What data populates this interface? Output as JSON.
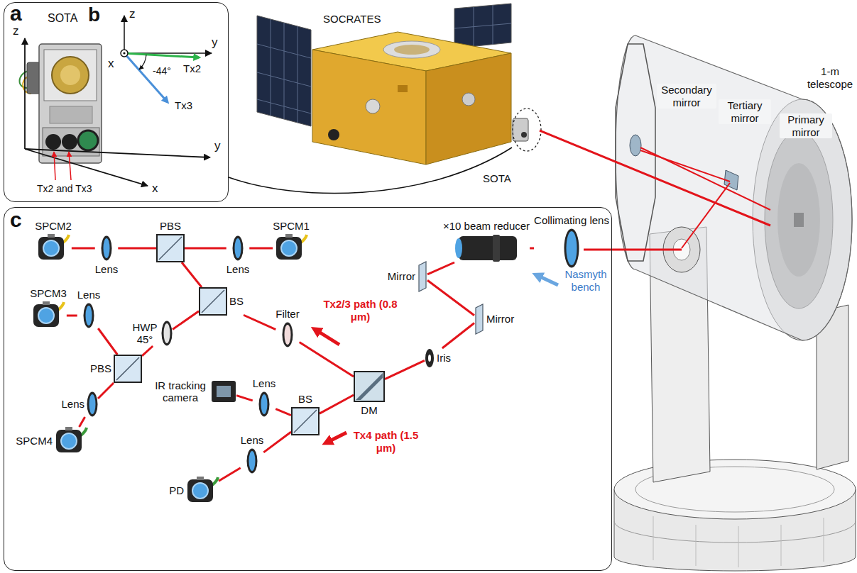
{
  "diagram": {
    "nodes": [
      {
        "text": [
          "a",
          "SOTA"
        ]
      },
      {
        "text": [
          "c"
        ]
      },
      {
        "text": [
          "SPCM2"
        ],
        "in": 1
      },
      {
        "text": [
          "PBS"
        ],
        "in": 1
      },
      {
        "text": [
          "SPCM1"
        ],
        "in": 1
      },
      {
        "text": [
          "Lens"
        ],
        "in": 1
      },
      {
        "text": [
          "Lens"
        ],
        "in": 1
      },
      {
        "text": [
          "BS"
        ],
        "in": 1
      },
      {
        "text": [
          "Collimating lens"
        ],
        "in": 1
      },
      {
        "text": [
          "×10 beam reducer"
        ],
        "in": 1
      },
      {
        "text": [
          "Mirror"
        ],
        "in": 1
      },
      {
        "text": [
          "SPCM3"
        ],
        "in": 1
      },
      {
        "text": [
          "Lens"
        ],
        "in": 1
      },
      {
        "text": [
          "HWP 45°"
        ],
        "in": 1
      },
      {
        "text": [
          "PBS"
        ],
        "in": 1
      },
      {
        "text": [
          "Filter"
        ],
        "in": 1
      },
      {
        "text": [
          "Mirror"
        ],
        "in": 1
      },
      {
        "text": [
          "Iris"
        ],
        "in": 1
      },
      {
        "text": [
          "DM"
        ],
        "in": 1
      },
      {
        "text": [
          "IR tracking camera"
        ],
        "in": 1
      },
      {
        "text": [
          "Lens"
        ],
        "in": 1
      },
      {
        "text": [
          "BS"
        ],
        "in": 1
      },
      {
        "text": [
          "Lens"
        ],
        "in": 1
      },
      {
        "text": [
          "SPCM4"
        ],
        "in": 1
      },
      {
        "text": [
          "Lens"
        ],
        "in": 1
      },
      {
        "text": [
          "PD"
        ],
        "in": 1
      }
    ],
    "edges": [
      {
        "from": 8,
        "to": 9,
        "arrow": "none"
      },
      {
        "from": 9,
        "to": 10,
        "arrow": "none"
      },
      {
        "from": 10,
        "to": 16,
        "arrow": "none"
      },
      {
        "from": 16,
        "to": 17,
        "arrow": "none"
      },
      {
        "from": 17,
        "to": 18,
        "arrow": "none"
      },
      {
        "from": 18,
        "to": 15,
        "arrow": "none"
      },
      {
        "from": 15,
        "to": 7,
        "arrow": "none"
      },
      {
        "from": 7,
        "to": 3,
        "arrow": "none"
      },
      {
        "from": 3,
        "to": 5,
        "arrow": "none"
      },
      {
        "from": 5,
        "to": 2,
        "arrow": "none"
      },
      {
        "from": 3,
        "to": 6,
        "arrow": "none"
      },
      {
        "from": 6,
        "to": 4,
        "arrow": "none"
      },
      {
        "from": 7,
        "to": 13,
        "arrow": "none"
      },
      {
        "from": 13,
        "to": 14,
        "arrow": "none"
      },
      {
        "from": 14,
        "to": 12,
        "arrow": "none"
      },
      {
        "from": 12,
        "to": 11,
        "arrow": "none"
      },
      {
        "from": 14,
        "to": 22,
        "arrow": "none"
      },
      {
        "from": 22,
        "to": 23,
        "arrow": "none"
      },
      {
        "from": 18,
        "to": 21,
        "arrow": "none"
      },
      {
        "from": 21,
        "to": 20,
        "arrow": "none"
      },
      {
        "from": 20,
        "to": 19,
        "arrow": "none"
      },
      {
        "from": 21,
        "to": 24,
        "arrow": "none"
      },
      {
        "from": 24,
        "to": 25,
        "arrow": "none"
      }
    ],
    "labels": [
      "SOTA",
      "z",
      "y",
      "x",
      "Tx2 and Tx3",
      "b",
      "z",
      "x",
      "y",
      "Tx2",
      "Tx3",
      "-44°",
      "SOCRATES",
      "1-m telescope",
      "Secondary mirror",
      "Tertiary mirror",
      "Primary mirror",
      "Nasmyth bench",
      "Tx2/3 path (0.8 μm)",
      "Tx4 path (1.5 μm)"
    ]
  }
}
